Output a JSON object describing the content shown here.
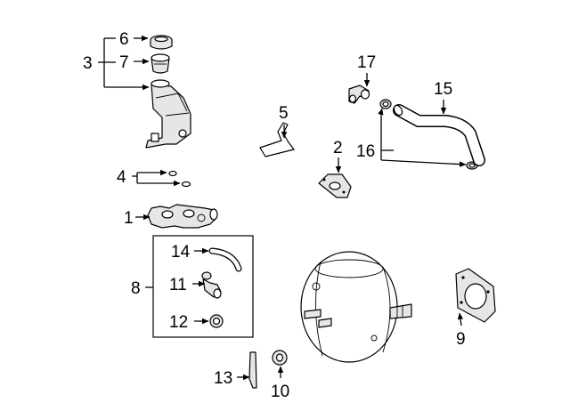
{
  "diagram": {
    "callouts": {
      "n1": "1",
      "n2": "2",
      "n3": "3",
      "n4": "4",
      "n5": "5",
      "n6": "6",
      "n7": "7",
      "n8": "8",
      "n9": "9",
      "n10": "10",
      "n11": "11",
      "n12": "12",
      "n13": "13",
      "n14": "14",
      "n15": "15",
      "n16": "16",
      "n17": "17"
    }
  }
}
